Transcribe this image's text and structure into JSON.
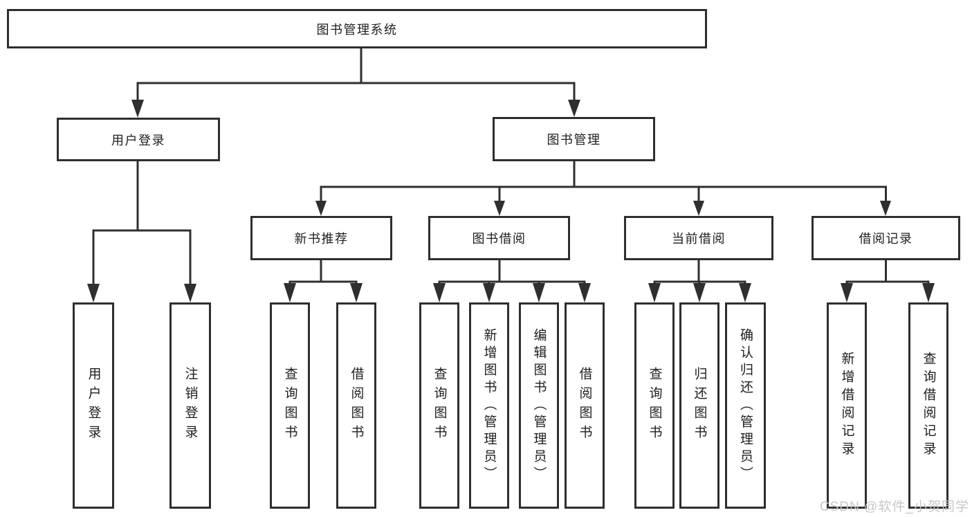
{
  "diagram_type": "hierarchy-tree",
  "tree": {
    "root": {
      "label": "图书管理系统",
      "children": [
        {
          "label": "用户登录",
          "children": [
            {
              "label": "用户登录"
            },
            {
              "label": "注销登录"
            }
          ]
        },
        {
          "label": "图书管理",
          "children": [
            {
              "label": "新书推荐",
              "children": [
                {
                  "label": "查询图书"
                },
                {
                  "label": "借阅图书"
                }
              ]
            },
            {
              "label": "图书借阅",
              "children": [
                {
                  "label": "查询图书"
                },
                {
                  "label": "新增图书（管理员）"
                },
                {
                  "label": "编辑图书（管理员）"
                },
                {
                  "label": "借阅图书"
                }
              ]
            },
            {
              "label": "当前借阅",
              "children": [
                {
                  "label": "查询图书"
                },
                {
                  "label": "归还图书"
                },
                {
                  "label": "确认归还（管理员）"
                }
              ]
            },
            {
              "label": "借阅记录",
              "children": [
                {
                  "label": "新增借阅记录"
                },
                {
                  "label": "查询借阅记录"
                }
              ]
            }
          ]
        }
      ]
    }
  },
  "colors": {
    "line": "#2f2f2f",
    "border": "#2e2e2e",
    "text": "#1e1e1e",
    "watermark_text": "#c5c5c5",
    "background": "#ffffff"
  },
  "watermark": "CSDN @软件_小贺同学"
}
